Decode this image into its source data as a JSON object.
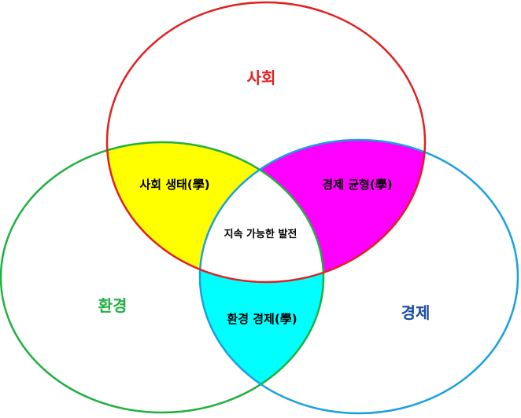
{
  "diagram": {
    "circles": [
      {
        "id": "society",
        "label": "사회",
        "stroke": "#e02020",
        "label_color": "#e02020"
      },
      {
        "id": "environment",
        "label": "환경",
        "stroke": "#20b040",
        "label_color": "#20b040"
      },
      {
        "id": "economy",
        "label": "경제",
        "stroke": "#1aa0e0",
        "label_color": "#1a4aa0"
      }
    ],
    "overlaps": {
      "society_environment": {
        "label": "사회 생태(學)",
        "fill": "#ffff00"
      },
      "society_economy": {
        "label": "경제 균형(學)",
        "fill": "#ff00ff"
      },
      "environment_economy": {
        "label": "환경 경제(學)",
        "fill": "#00ffff"
      },
      "center": {
        "label": "지속 가능한 발전",
        "fill": "#ffffff"
      }
    }
  }
}
